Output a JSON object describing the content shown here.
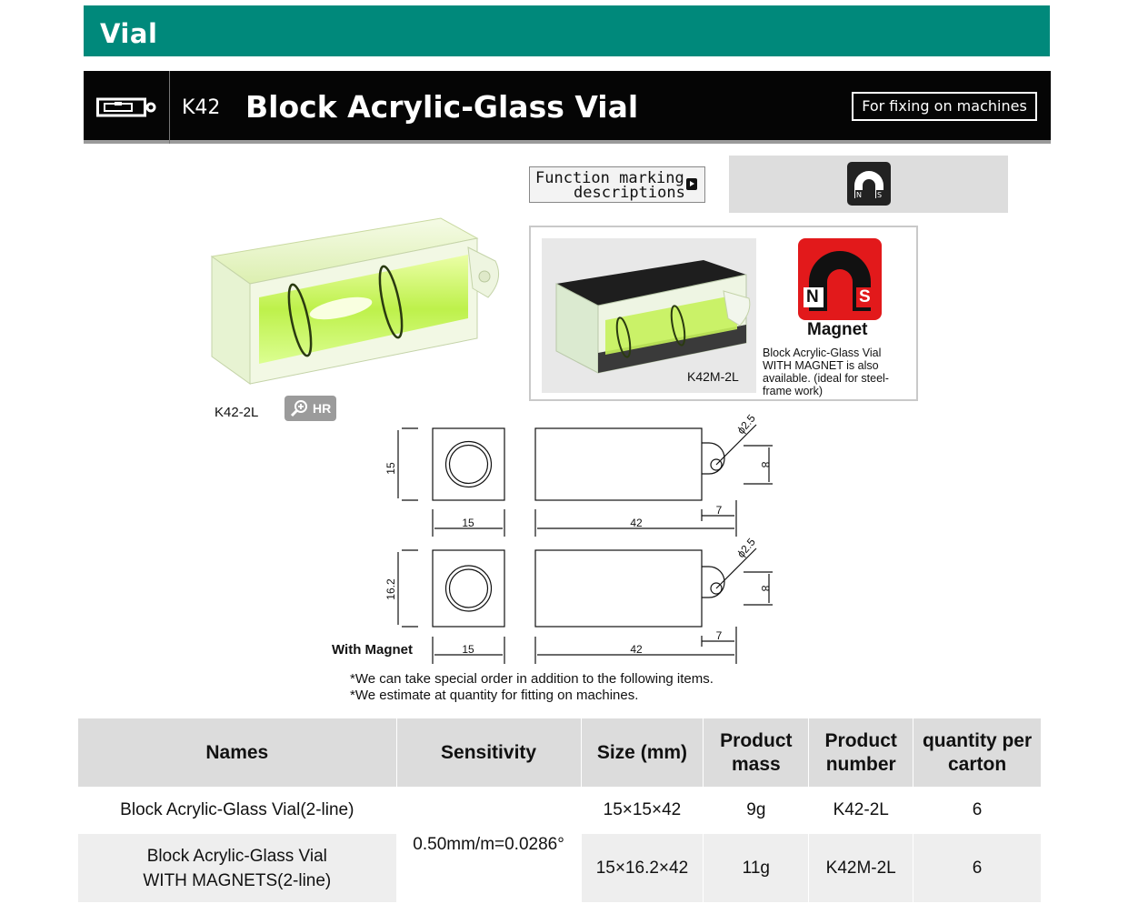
{
  "section": {
    "title": "Vial"
  },
  "product": {
    "code": "K42",
    "title": "Block Acrylic-Glass Vial",
    "usage_badge": "For fixing on machines"
  },
  "function_marking": {
    "line1": "Function marking",
    "line2": "descriptions",
    "icon": "magnet-ns-icon"
  },
  "main_photo": {
    "label": "K42-2L",
    "hr_label": "HR"
  },
  "magnet_box": {
    "photo_label": "K42M-2L",
    "badge_n": "N",
    "badge_s": "S",
    "heading": "Magnet",
    "description": "Block Acrylic-Glass Vial WITH MAGNET is also available. (ideal for steel-frame work)"
  },
  "drawing": {
    "top": {
      "height": "15",
      "width": "15",
      "length": "42",
      "hole": "ϕ2.5",
      "tab": "7",
      "tab_h": "8"
    },
    "bottom": {
      "height": "16.2",
      "width": "15",
      "length": "42",
      "hole": "ϕ2.5",
      "tab": "7",
      "tab_h": "8"
    },
    "with_magnet_label": "With Magnet"
  },
  "notes": [
    "*We can take special order in addition to the following items.",
    "*We estimate at quantity for fitting on machines."
  ],
  "table": {
    "headers": [
      "Names",
      "Sensitivity",
      "Size (mm)",
      "Product mass",
      "Product number",
      "quantity per carton"
    ],
    "sensitivity": "0.50mm/m=0.0286°",
    "rows": [
      {
        "name": "Block Acrylic-Glass Vial(2-line)",
        "size": "15×15×42",
        "mass": "9g",
        "number": "K42-2L",
        "qty": "6"
      },
      {
        "name": "Block Acrylic-Glass Vial WITH MAGNETS(2-line)",
        "size": "15×16.2×42",
        "mass": "11g",
        "number": "K42M-2L",
        "qty": "6"
      }
    ]
  },
  "colors": {
    "section_bar": "#00897b",
    "header_bg": "#050505",
    "magnet_red": "#e2191b"
  }
}
